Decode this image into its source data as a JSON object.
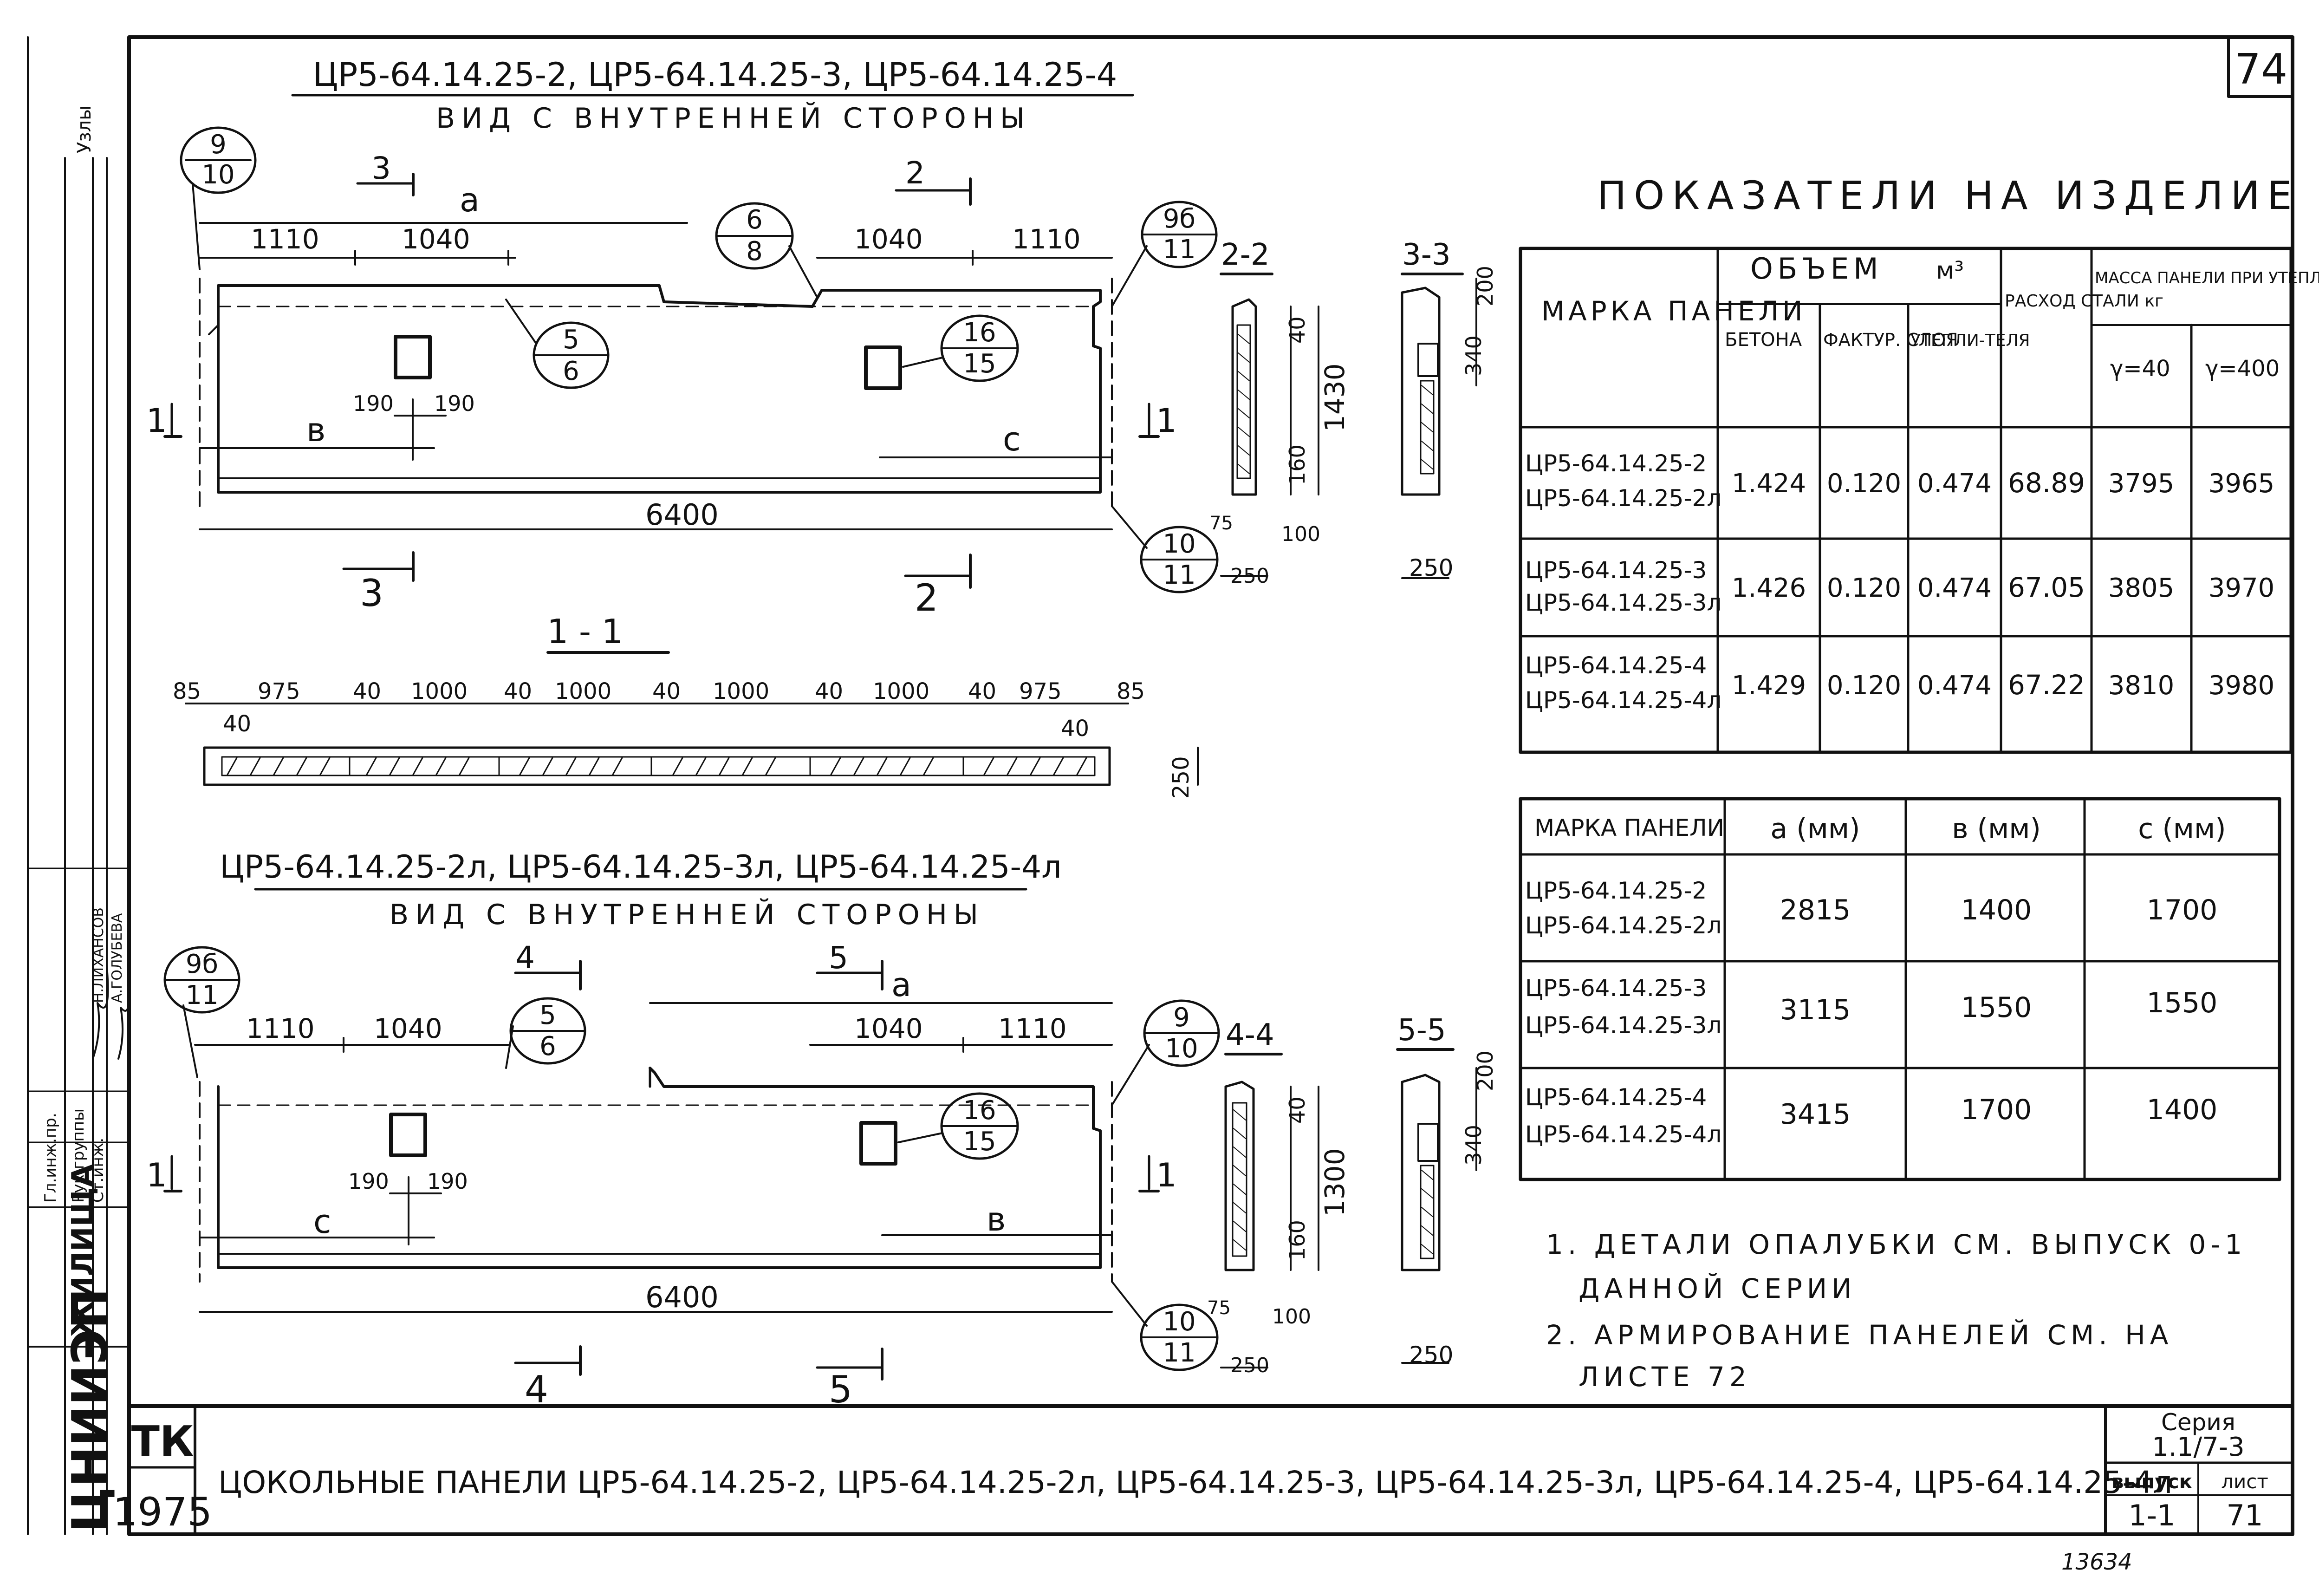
{
  "sheet_number": "74",
  "top_view": {
    "title": "ЦР5-64.14.25-2, ЦР5-64.14.25-3, ЦР5-64.14.25-4",
    "subtitle": "ВИД С ВНУТРЕННЕЙ СТОРОНЫ",
    "dims": {
      "d1110a": "1110",
      "d1040a": "1040",
      "d1040b": "1040",
      "d1110b": "1110",
      "w190a": "190",
      "w190b": "190",
      "total": "6400",
      "a": "a",
      "b": "в",
      "c": "c"
    },
    "callouts": {
      "c1t": "9",
      "c1b": "10",
      "c2t": "6",
      "c2b": "8",
      "c3t": "9б",
      "c3b": "11",
      "c4t": "5",
      "c4b": "6",
      "c5t": "16",
      "c5b": "15",
      "c6t": "10",
      "c6b": "11"
    },
    "cuts": {
      "s3": "3",
      "s2": "2",
      "s1l": "1",
      "s1r": "1",
      "s3b": "3",
      "s2b": "2"
    }
  },
  "bottom_view": {
    "title": "ЦР5-64.14.25-2л, ЦР5-64.14.25-3л, ЦР5-64.14.25-4л",
    "subtitle": "ВИД С ВНУТРЕННЕЙ СТОРОНЫ",
    "dims": {
      "d1110a": "1110",
      "d1040a": "1040",
      "d1040b": "1040",
      "d1110b": "1110",
      "w190a": "190",
      "w190b": "190",
      "total": "6400",
      "a": "a",
      "b": "в",
      "c": "c"
    },
    "callouts": {
      "c1t": "9б",
      "c1b": "11",
      "c2t": "5",
      "c2b": "6",
      "c3t": "9",
      "c3b": "10",
      "c5t": "16",
      "c5b": "15",
      "c6t": "10",
      "c6b": "11"
    },
    "cuts": {
      "s4": "4",
      "s5": "5",
      "s1l": "1",
      "s1r": "1",
      "s4b": "4",
      "s5b": "5"
    }
  },
  "section_11": {
    "title": "1 - 1",
    "dims": [
      "85",
      "975",
      "40",
      "1000",
      "40",
      "1000",
      "40",
      "1000",
      "40",
      "1000",
      "40",
      "975",
      "85"
    ],
    "d40l": "40",
    "d40r": "40",
    "h250": "250"
  },
  "section_22": {
    "title": "2-2",
    "d40": "40",
    "h1430": "1430",
    "d160": "160",
    "d75": "75",
    "d100": "100",
    "w250": "250"
  },
  "section_33": {
    "title": "3-3",
    "d200": "200",
    "d340": "340",
    "w250": "250"
  },
  "section_44": {
    "title": "4-4",
    "d40": "40",
    "h1300": "1300",
    "d160": "160",
    "d75": "75",
    "d100": "100",
    "w250": "250"
  },
  "section_55": {
    "title": "5-5",
    "d200": "200",
    "d340": "340",
    "w250": "250"
  },
  "indicators": {
    "title": "ПОКАЗАТЕЛИ НА ИЗДЕЛИЕ",
    "h_mark": "МАРКА ПАНЕЛИ",
    "h_volume": "ОБЪЕМ",
    "h_unit": "м³",
    "h_concrete": "БЕТОНА",
    "h_facing": "ФАКТУР. СЛОЯ",
    "h_insul": "УТЕПЛИ-ТЕЛЯ",
    "h_steel": "РАСХОД СТАЛИ кг",
    "h_mass": "МАССА ПАНЕЛИ ПРИ УТЕПЛИТЕЛЕ",
    "h_g40": "γ=40",
    "h_g400": "γ=400",
    "rows": [
      {
        "m1": "ЦР5-64.14.25-2",
        "m2": "ЦР5-64.14.25-2л",
        "v1": "1.424",
        "v2": "0.120",
        "v3": "0.474",
        "s": "68.89",
        "g40": "3795",
        "g400": "3965"
      },
      {
        "m1": "ЦР5-64.14.25-3",
        "m2": "ЦР5-64.14.25-3л",
        "v1": "1.426",
        "v2": "0.120",
        "v3": "0.474",
        "s": "67.05",
        "g40": "3805",
        "g400": "3970"
      },
      {
        "m1": "ЦР5-64.14.25-4",
        "m2": "ЦР5-64.14.25-4л",
        "v1": "1.429",
        "v2": "0.120",
        "v3": "0.474",
        "s": "67.22",
        "g40": "3810",
        "g400": "3980"
      }
    ]
  },
  "dims_table": {
    "h_mark": "МАРКА ПАНЕЛИ",
    "h_a": "a (мм)",
    "h_b": "в (мм)",
    "h_c": "c (мм)",
    "rows": [
      {
        "m1": "ЦР5-64.14.25-2",
        "m2": "ЦР5-64.14.25-2л",
        "a": "2815",
        "b": "1400",
        "c": "1700"
      },
      {
        "m1": "ЦР5-64.14.25-3",
        "m2": "ЦР5-64.14.25-3л",
        "a": "3115",
        "b": "1550",
        "c": "1550"
      },
      {
        "m1": "ЦР5-64.14.25-4",
        "m2": "ЦР5-64.14.25-4л",
        "a": "3415",
        "b": "1700",
        "c": "1400"
      }
    ]
  },
  "notes": {
    "n1a": "1. ДЕТАЛИ ОПАЛУБКИ СМ. ВЫПУСК 0-1",
    "n1b": "ДАННОЙ СЕРИИ",
    "n2a": "2. АРМИРОВАНИЕ ПАНЕЛЕЙ СМ. НА",
    "n2b": "ЛИСТЕ 72"
  },
  "title_block": {
    "tk": "ТК",
    "year": "1975",
    "title": "ЦОКОЛЬНЫЕ ПАНЕЛИ ЦР5-64.14.25-2, ЦР5-64.14.25-2л, ЦР5-64.14.25-3, ЦР5-64.14.25-3л, ЦР5-64.14.25-4, ЦР5-64.14.25-4л",
    "seria_label": "Серия",
    "seria": "1.1/7-3",
    "vypusk_label": "выпуск",
    "list_label": "лист",
    "vypusk": "1-1",
    "list": "71",
    "stamp": "13634"
  },
  "side_strip": {
    "org": "ЦНИИЭП",
    "dept": "ЖИЛИЩА",
    "r1": "Гл.инж.пр.",
    "r2": "Рук.группы",
    "r3": "Ст.инж.",
    "n1": "Н.ЛИХАНСОВ",
    "n2": "А.ГОЛУБЕВА",
    "top": "Узлы"
  }
}
